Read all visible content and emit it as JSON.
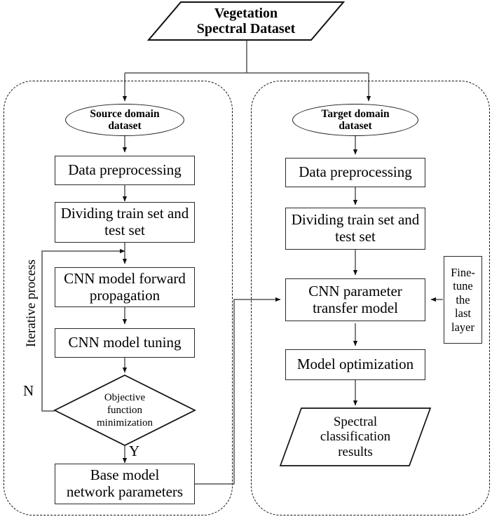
{
  "diagram": {
    "title_shape": {
      "name": "vegetation-spectral-dataset",
      "text_line1": "Vegetation",
      "text_line2": "Spectral Dataset",
      "shape": "parallelogram"
    },
    "left_branch": {
      "container_name": "source-domain-pipeline",
      "nodes": [
        {
          "id": "source-domain-dataset",
          "shape": "ellipse",
          "line1": "Source domain",
          "line2": "dataset"
        },
        {
          "id": "left-data-preprocessing",
          "shape": "rectangle",
          "line1": "Data preprocessing",
          "line2": ""
        },
        {
          "id": "left-dividing-sets",
          "shape": "rectangle",
          "line1": "Dividing train set and",
          "line2": "test set"
        },
        {
          "id": "cnn-forward-propagation",
          "shape": "rectangle",
          "line1": "CNN model forward",
          "line2": "propagation"
        },
        {
          "id": "cnn-model-tuning",
          "shape": "rectangle",
          "line1": "CNN model tuning",
          "line2": ""
        },
        {
          "id": "objective-function-decision",
          "shape": "diamond",
          "line1": "Objective",
          "line2": "function",
          "line3": "minimization"
        },
        {
          "id": "base-model-network-parameters",
          "shape": "rectangle",
          "line1": "Base model",
          "line2": "network parameters"
        }
      ],
      "edge_labels": {
        "iterative_process": "Iterative process",
        "no_branch": "N",
        "yes_branch": "Y"
      }
    },
    "right_branch": {
      "container_name": "target-domain-pipeline",
      "nodes": [
        {
          "id": "target-domain-dataset",
          "shape": "ellipse",
          "line1": "Target domain",
          "line2": "dataset"
        },
        {
          "id": "right-data-preprocessing",
          "shape": "rectangle",
          "line1": "Data preprocessing",
          "line2": ""
        },
        {
          "id": "right-dividing-sets",
          "shape": "rectangle",
          "line1": "Dividing train set and",
          "line2": "test set"
        },
        {
          "id": "cnn-parameter-transfer-model",
          "shape": "rectangle",
          "line1": "CNN parameter",
          "line2": "transfer model"
        },
        {
          "id": "model-optimization",
          "shape": "rectangle",
          "line1": "Model optimization",
          "line2": ""
        },
        {
          "id": "spectral-classification-results",
          "shape": "parallelogram",
          "line1": "Spectral",
          "line2": "classification",
          "line3": "results"
        }
      ],
      "side_note": {
        "id": "fine-tune-last-layer",
        "line1": "Fine-",
        "line2": "tune",
        "line3": "the",
        "line4": "last",
        "line5": "layer"
      }
    },
    "colors": {
      "stroke": "#2a2a2a",
      "text": "#000000",
      "background": "#ffffff",
      "dashed_stroke": "#111111"
    }
  }
}
